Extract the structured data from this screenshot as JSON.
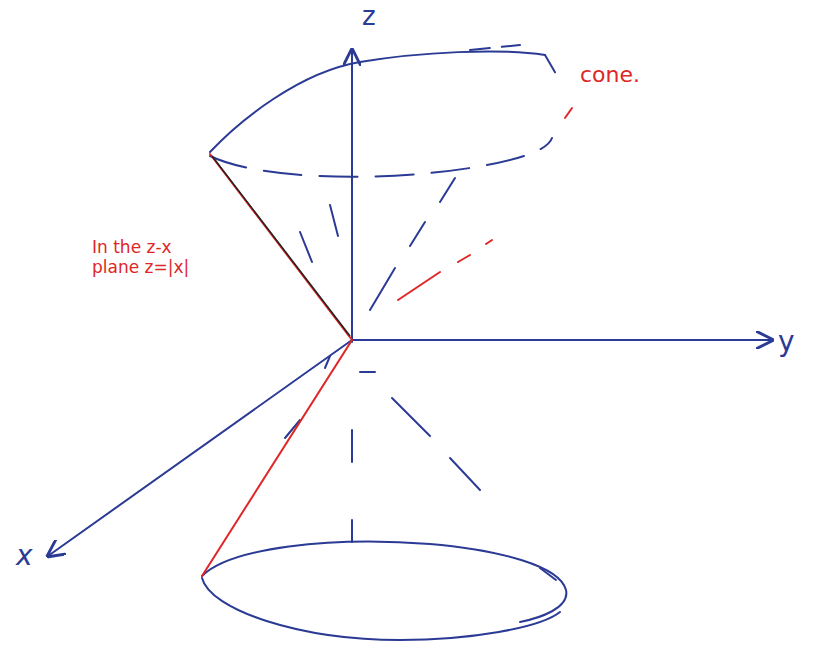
{
  "diagram": {
    "labels": [
      "z",
      "y",
      "x",
      "cone.",
      "In the z-x plane z=|x|"
    ]
  }
}
